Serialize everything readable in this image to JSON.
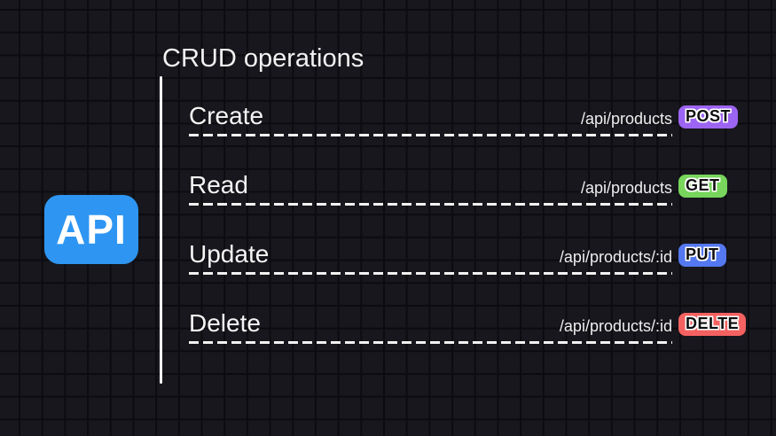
{
  "logo": {
    "label": "API",
    "color": "#2e96f2"
  },
  "header": {
    "title": "CRUD operations"
  },
  "rows": [
    {
      "operation": "Create",
      "endpoint": "/api/products",
      "method": "POST",
      "method_color": "#9c64f2"
    },
    {
      "operation": "Read",
      "endpoint": "/api/products",
      "method": "GET",
      "method_color": "#77d65b"
    },
    {
      "operation": "Update",
      "endpoint": "/api/products/:id",
      "method": "PUT",
      "method_color": "#5478f0"
    },
    {
      "operation": "Delete",
      "endpoint": "/api/products/:id",
      "method": "DELTE",
      "method_color": "#f46161"
    }
  ]
}
